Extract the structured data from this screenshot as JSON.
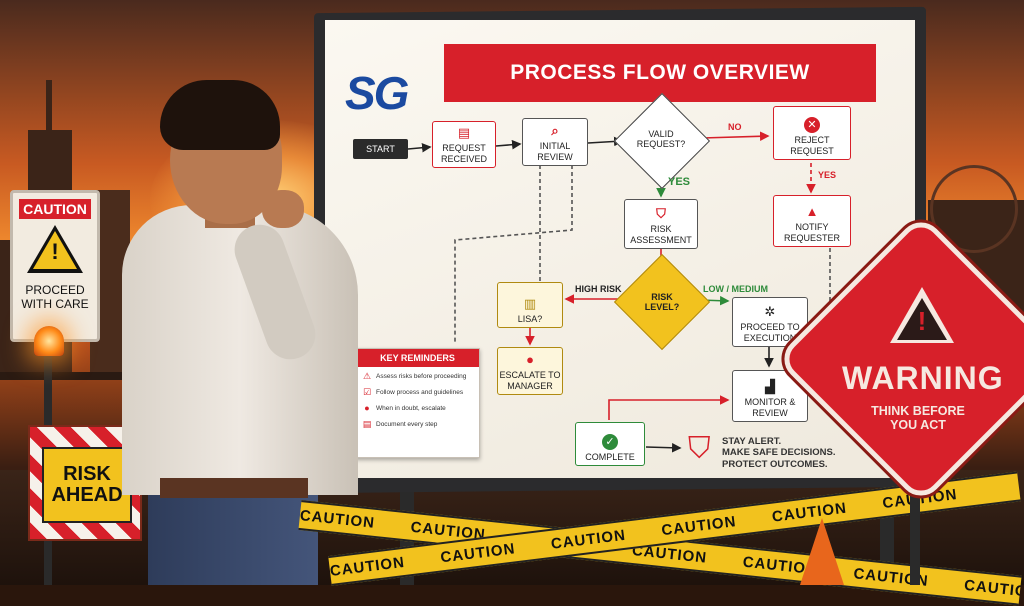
{
  "board": {
    "logo": "SG",
    "title": "PROCESS FLOW OVERVIEW",
    "nodes": {
      "start": "START",
      "request_received": "REQUEST RECEIVED",
      "initial_review": "INITIAL REVIEW",
      "valid_request": "VALID REQUEST?",
      "reject_request": "REJECT REQUEST",
      "notify_requester": "NOTIFY REQUESTER",
      "risk_assessment": "RISK ASSESSMENT",
      "risk_level": "RISK LEVEL?",
      "unclear_node": "LISA?",
      "escalate": "ESCALATE TO MANAGER",
      "proceed": "PROCEED TO EXECUTION",
      "monitor": "MONITOR & REVIEW",
      "complete": "COMPLETE"
    },
    "edge_labels": {
      "no": "NO",
      "yes": "YES",
      "yes_side": "YES",
      "high_risk": "HIGH RISK",
      "low_medium": "LOW / MEDIUM"
    },
    "reminders": {
      "title": "KEY REMINDERS",
      "items": [
        "Assess risks before proceeding",
        "Follow process and guidelines",
        "When in doubt, escalate",
        "Document every step"
      ]
    },
    "alert": [
      "STAY ALERT.",
      "MAKE SAFE DECISIONS.",
      "PROTECT OUTCOMES."
    ]
  },
  "signs": {
    "caution_top": "CAUTION",
    "caution_text": [
      "PROCEED",
      "WITH CARE"
    ],
    "risk_ahead": [
      "RISK",
      "AHEAD"
    ],
    "warning_title": "WARNING",
    "warning_sub": [
      "THINK BEFORE",
      "YOU ACT"
    ],
    "tape_word": "CAUTION"
  },
  "colors": {
    "accent_red": "#d7202a",
    "logo_blue": "#1b4aa0",
    "caution_yellow": "#f2c21e",
    "flow_green": "#2e8b3a"
  }
}
